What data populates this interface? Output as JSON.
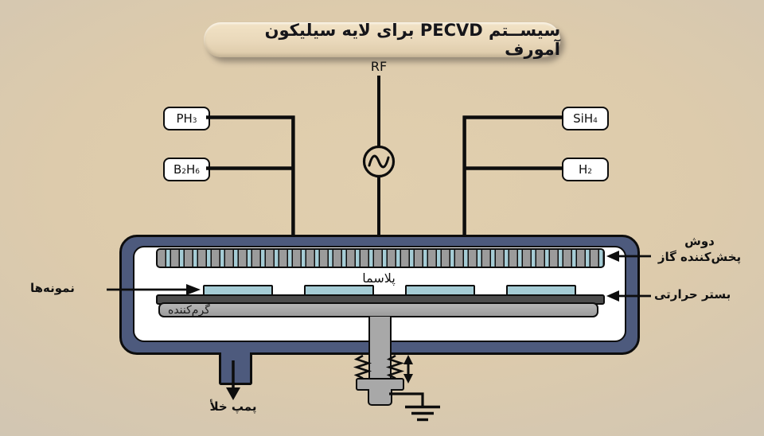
{
  "title": "سیســتم PECVD برای لایه سیلیکون آمورف",
  "rf_label": "RF",
  "gas_boxes": {
    "ph3": {
      "t1": "PH",
      "b1": "3"
    },
    "b2h6": {
      "t1": "B",
      "b1": "2",
      "t2": "H",
      "b2": "6"
    },
    "sih4": {
      "t1": "SiH",
      "b1": "4"
    },
    "h2": {
      "t1": "H",
      "b1": "2"
    }
  },
  "chamber": {
    "plasma_label": "پلاسما",
    "heater_label": "گرم‌کننده"
  },
  "annotations": {
    "samples": "نمونه‌ها",
    "shower_line1": "دوش",
    "shower_line2": "پخش‌کننده گاز",
    "thermal_bed": "بستر حرارتی",
    "vacuum_pump": "پمپ خلأ"
  },
  "colors": {
    "background_center": "#ddcbac",
    "background_edge": "#a6aec4",
    "title_pill": "#e9d8ba",
    "chamber_wall": "#4d5a7d",
    "chamber_interior": "#ffffff",
    "shower_gray": "#9b9b9b",
    "slot_teal": "#a5ccd5",
    "heater_bar": "#4c4c4c",
    "heater_plate": "#a2a2a2",
    "sample_teal": "#a5ccd5",
    "line_black": "#0d0d0d"
  }
}
